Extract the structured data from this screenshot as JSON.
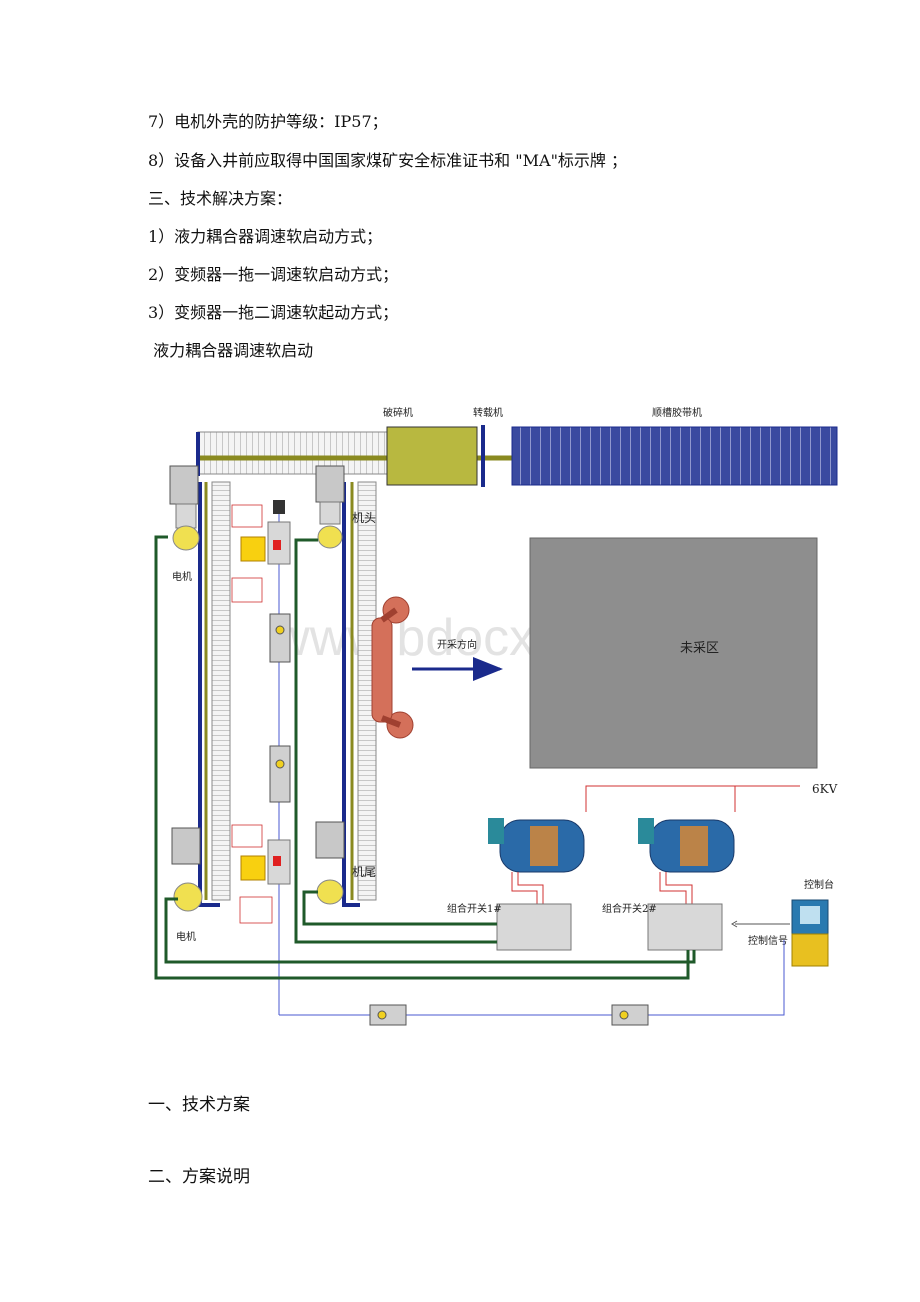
{
  "document": {
    "paragraphs": [
      "7）电机外壳的防护等级：IP57；",
      "8）设备入井前应取得中国国家煤矿安全标准证书和 \"MA\"标示牌 ；",
      "三、技术解决方案：",
      "1）液力耦合器调速软启动方式；",
      "2）变频器一拖一调速软启动方式；",
      "3）变频器一拖二调速软起动方式；",
      " 液力耦合器调速软启动"
    ],
    "headings": [
      "一、技术方案",
      "二、方案说明"
    ]
  },
  "diagram": {
    "labels": {
      "crusher": "破碎机",
      "transfer": "转载机",
      "belt": "顺槽胶带机",
      "head": "机头",
      "tail": "机尾",
      "motor_top": "电机",
      "motor_bottom": "电机",
      "mining_direction": "开采方向",
      "unmined_area": "未采区",
      "voltage": "6KV",
      "switch1": "组合开关1#",
      "switch2": "组合开关2#",
      "console": "控制台",
      "control_signal": "控制信号"
    },
    "watermark": "www.bdocx.com",
    "colors": {
      "navy": "#1a2a8c",
      "green": "#1f5a2a",
      "olive_box": "#b8b840",
      "belt_blue": "#3a4aa0",
      "unmined_gray": "#8e8e8e",
      "shearer": "#d4705a",
      "signal_blue": "#4a5ad0",
      "power_red": "#d03030"
    }
  }
}
